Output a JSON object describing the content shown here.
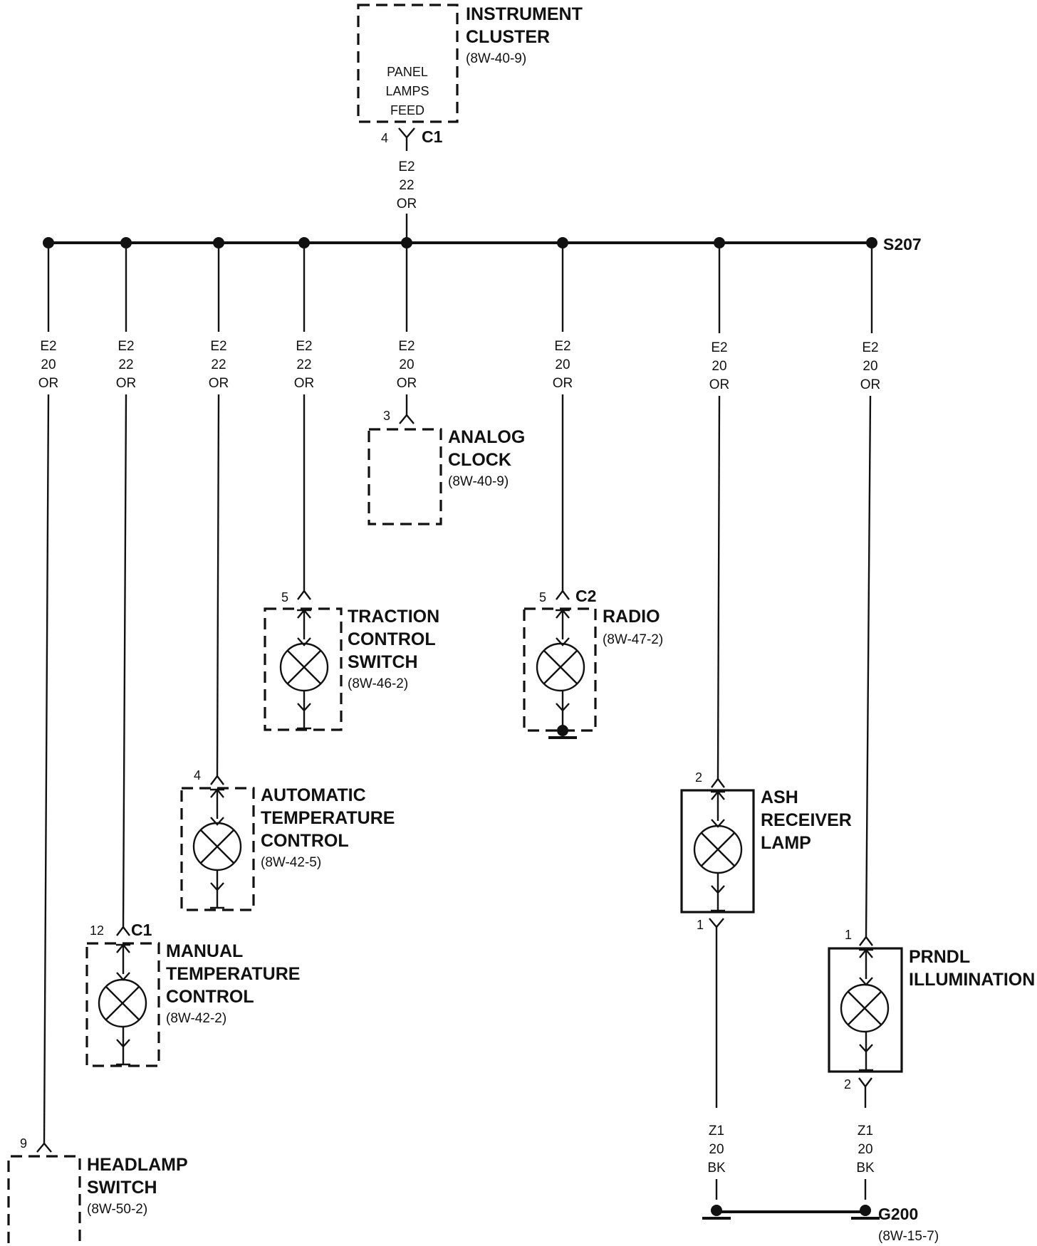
{
  "instrument_cluster": {
    "title_lines": [
      "INSTRUMENT",
      "CLUSTER"
    ],
    "ref": "(8W-40-9)",
    "inner_lines": [
      "PANEL",
      "LAMPS",
      "FEED"
    ],
    "pin": "4",
    "connector": "C1",
    "wire": [
      "E2",
      "22",
      "OR"
    ]
  },
  "splice": {
    "label": "S207"
  },
  "branches": [
    {
      "wire": [
        "E2",
        "20",
        "OR"
      ]
    },
    {
      "wire": [
        "E2",
        "22",
        "OR"
      ]
    },
    {
      "wire": [
        "E2",
        "22",
        "OR"
      ]
    },
    {
      "wire": [
        "E2",
        "22",
        "OR"
      ]
    },
    {
      "wire": [
        "E2",
        "20",
        "OR"
      ]
    },
    {
      "wire": [
        "E2",
        "20",
        "OR"
      ]
    },
    {
      "wire": [
        "E2",
        "20",
        "OR"
      ]
    },
    {
      "wire": [
        "E2",
        "20",
        "OR"
      ]
    }
  ],
  "analog_clock": {
    "title_lines": [
      "ANALOG",
      "CLOCK"
    ],
    "ref": "(8W-40-9)",
    "pin": "3"
  },
  "traction_control": {
    "title_lines": [
      "TRACTION",
      "CONTROL",
      "SWITCH"
    ],
    "ref": "(8W-46-2)",
    "pin": "5"
  },
  "radio": {
    "title_lines": [
      "RADIO"
    ],
    "ref": "(8W-47-2)",
    "pin": "5",
    "connector": "C2"
  },
  "auto_temp": {
    "title_lines": [
      "AUTOMATIC",
      "TEMPERATURE",
      "CONTROL"
    ],
    "ref": "(8W-42-5)",
    "pin": "4"
  },
  "ash_receiver": {
    "title_lines": [
      "ASH",
      "RECEIVER",
      "LAMP"
    ],
    "pin_in": "2",
    "pin_out": "1"
  },
  "manual_temp": {
    "title_lines": [
      "MANUAL",
      "TEMPERATURE",
      "CONTROL"
    ],
    "ref": "(8W-42-2)",
    "pin": "12",
    "connector": "C1"
  },
  "prndl": {
    "title_lines": [
      "PRNDL",
      "ILLUMINATION"
    ],
    "pin_in": "1",
    "pin_out": "2"
  },
  "headlamp": {
    "title_lines": [
      "HEADLAMP",
      "SWITCH"
    ],
    "ref": "(8W-50-2)",
    "pin": "9"
  },
  "ground_wires": [
    {
      "wire": [
        "Z1",
        "20",
        "BK"
      ]
    },
    {
      "wire": [
        "Z1",
        "20",
        "BK"
      ]
    }
  ],
  "ground": {
    "label": "G200",
    "ref": "(8W-15-7)"
  }
}
